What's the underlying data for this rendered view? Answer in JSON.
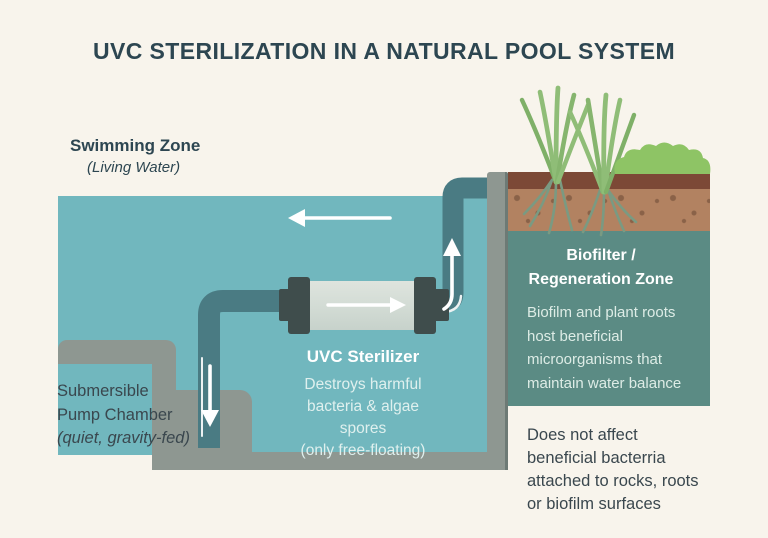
{
  "title": "UVC STERILIZATION IN A NATURAL POOL SYSTEM",
  "swimming_zone": {
    "label": "Swimming Zone",
    "sublabel": "(Living Water)"
  },
  "pump_chamber": {
    "line1": "Submersible",
    "line2": "Pump Chamber",
    "line3": "(quiet, gravity-fed)"
  },
  "sterilizer": {
    "title": "UVC Sterilizer",
    "desc_lines": [
      "Destroys harmful",
      "bacteria & algae spores",
      "(only free-floating)"
    ]
  },
  "biofilter": {
    "title_line1": "Biofilter /",
    "title_line2": "Regeneration Zone",
    "desc_lines": [
      "Biofilm and plant roots",
      "host beneficial",
      "microorganisms that",
      "maintain water balance"
    ]
  },
  "note": {
    "lines": [
      "Does not affect",
      "beneficial bacterria",
      "attached to rocks, roots",
      "or biofilm surfaces"
    ]
  },
  "icons": {
    "flow_arrow_left": "white arrow pointing left in swimming zone",
    "flow_arrow_right": "white arrow pointing right inside sterilizer",
    "flow_arrow_up": "white curved arrow rising in return pipe",
    "flow_arrow_down": "white arrow descending into pump chamber",
    "grass_plants": "two clumps of green grass blades",
    "shrub": "scalloped green bush",
    "roots": "root strands below soil"
  },
  "colors": {
    "background": "#f8f4ec",
    "title_text": "#2d4651",
    "pool_water": "#71b7be",
    "pipe": "#4a7b83",
    "shell_gray": "#8e9791",
    "biofilter_water": "#5b8b84",
    "soil_dark": "#7c4936",
    "soil_light": "#b28261",
    "grass_green": "#8fbd77",
    "shrub_green": "#8ec465",
    "device_body": "#d2dbd4",
    "device_caps": "#3f4d4c",
    "light_text": "#dff0ee"
  }
}
